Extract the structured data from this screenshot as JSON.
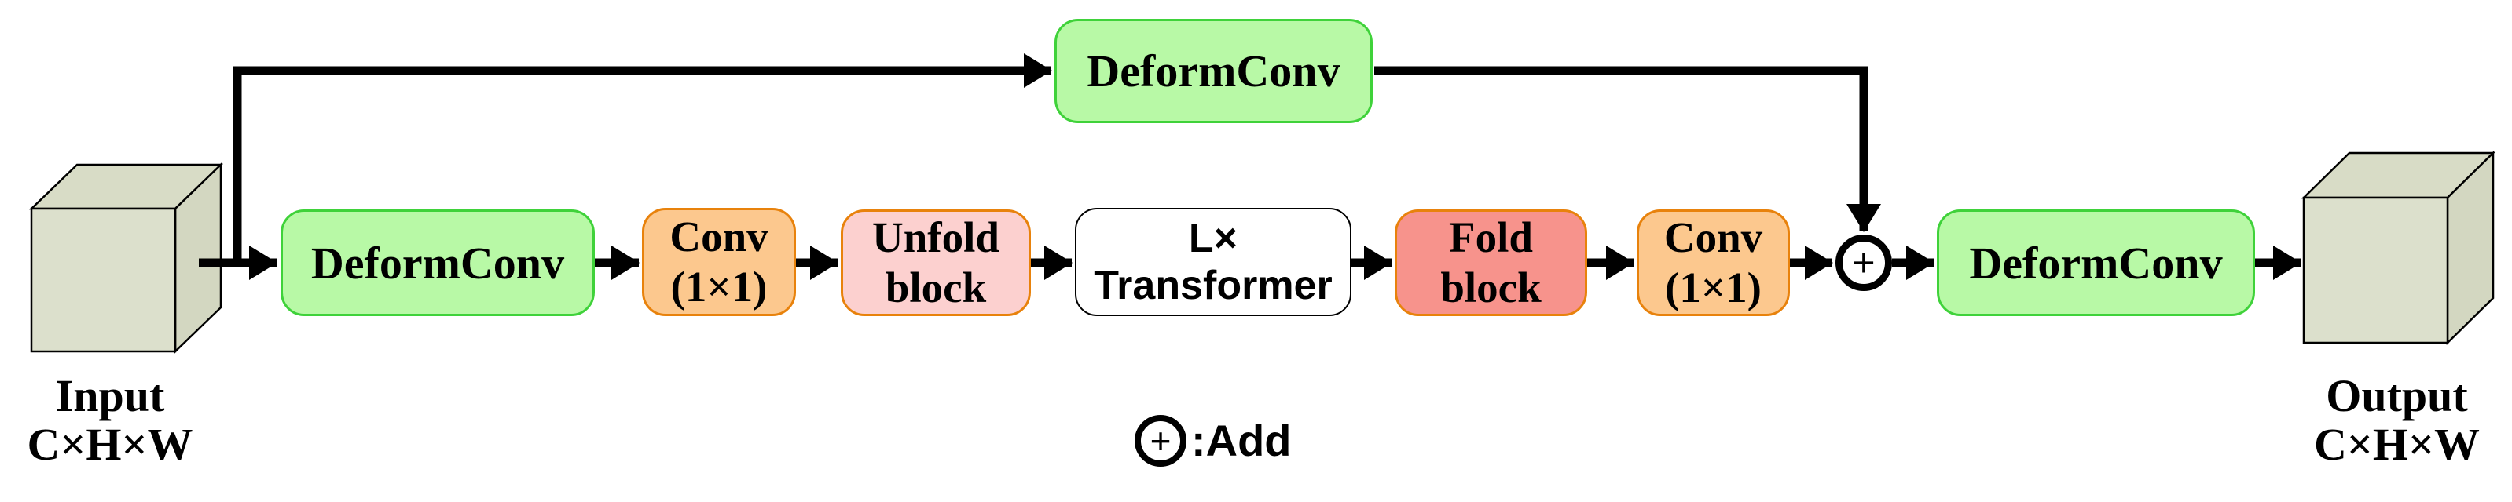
{
  "figure": {
    "input": {
      "title": "Input",
      "dims": "C×H×W"
    },
    "output": {
      "title": "Output",
      "dims": "C×H×W"
    },
    "nodes": {
      "deformconv_skip": {
        "label": "DeformConv"
      },
      "deformconv_entry": {
        "label": "DeformConv"
      },
      "conv_pre": {
        "line1": "Conv",
        "line2": "(1×1)"
      },
      "unfold": {
        "line1": "Unfold",
        "line2": "block"
      },
      "transformer": {
        "line1": "L×",
        "line2": "Transformer"
      },
      "fold": {
        "line1": "Fold",
        "line2": "block"
      },
      "conv_post": {
        "line1": "Conv",
        "line2": "(1×1)"
      },
      "deformconv_exit": {
        "label": "DeformConv"
      },
      "add": {
        "symbol": "+"
      }
    },
    "legend": {
      "symbol": "+",
      "label": ":Add"
    },
    "colors": {
      "green_fill": "#b8f9a6",
      "green_border": "#3fd23a",
      "warm_border": "#e8820c",
      "orange_fill": "#fcc88e",
      "pink_fill": "#fcd0cf",
      "salmon_fill": "#f7938c",
      "cube_front": "#dce0cc",
      "cube_top": "#d8dcc6",
      "cube_side": "#d3d7c1",
      "line": "#000000"
    }
  }
}
